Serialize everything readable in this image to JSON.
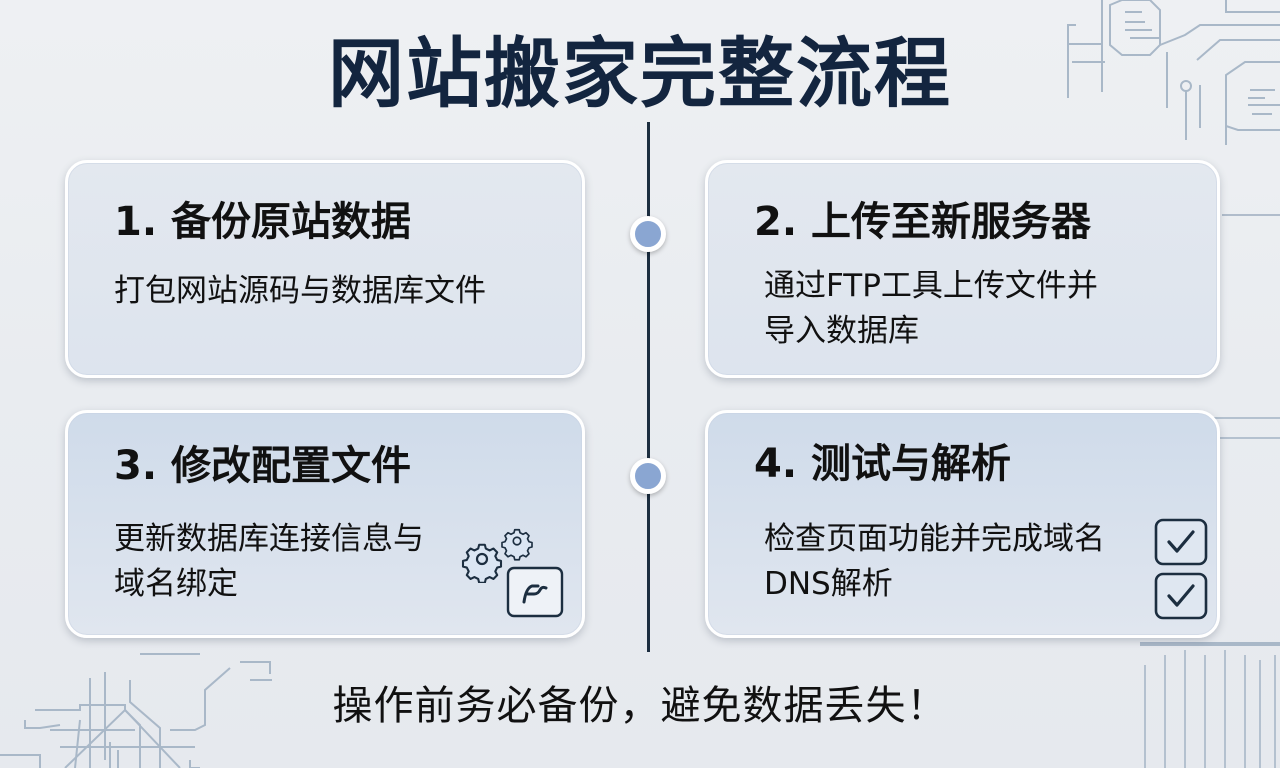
{
  "title": "网站搬家完整流程",
  "steps": [
    {
      "number": "1.",
      "title": "1. 备份原站数据",
      "description_lines": [
        "打包网站源码与数据库文件"
      ]
    },
    {
      "number": "2.",
      "title": "2. 上传至新服务器",
      "description_lines": [
        "通过FTP工具上传文件并",
        "导入数据库"
      ]
    },
    {
      "number": "3.",
      "title": "3. 修改配置文件",
      "description_lines": [
        "更新数据库连接信息与",
        "域名绑定"
      ],
      "icons": [
        "gears-icon",
        "config-file-icon"
      ]
    },
    {
      "number": "4.",
      "title": "4. 测试与解析",
      "description_lines": [
        "检查页面功能并完成域名",
        "DNS解析"
      ],
      "icons": [
        "checkbox-checked-icon",
        "checkbox-checked-icon"
      ]
    }
  ],
  "footer": "操作前务必备份，避免数据丢失！",
  "colors": {
    "title": "#13253f",
    "timeline_line": "#1c2e40",
    "timeline_dot": "#8aa6d2",
    "card_border": "#ffffff",
    "icon_stroke": "#1c2e40",
    "background": "#eceef2"
  }
}
